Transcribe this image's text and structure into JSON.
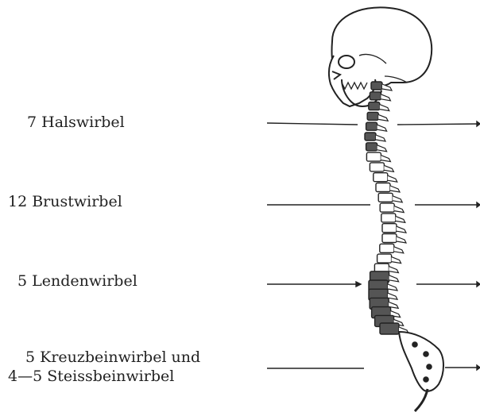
{
  "labels": {
    "hals": "7 Halswirbel",
    "brust": "12 Brustwirbel",
    "lenden": "5 Lendenwirbel",
    "kreuz": "5 Kreuzbeinwirbel und",
    "steiss": "4—5 Steissbeinwirbel"
  },
  "colors": {
    "ink": "#222222",
    "background": "#ffffff"
  }
}
